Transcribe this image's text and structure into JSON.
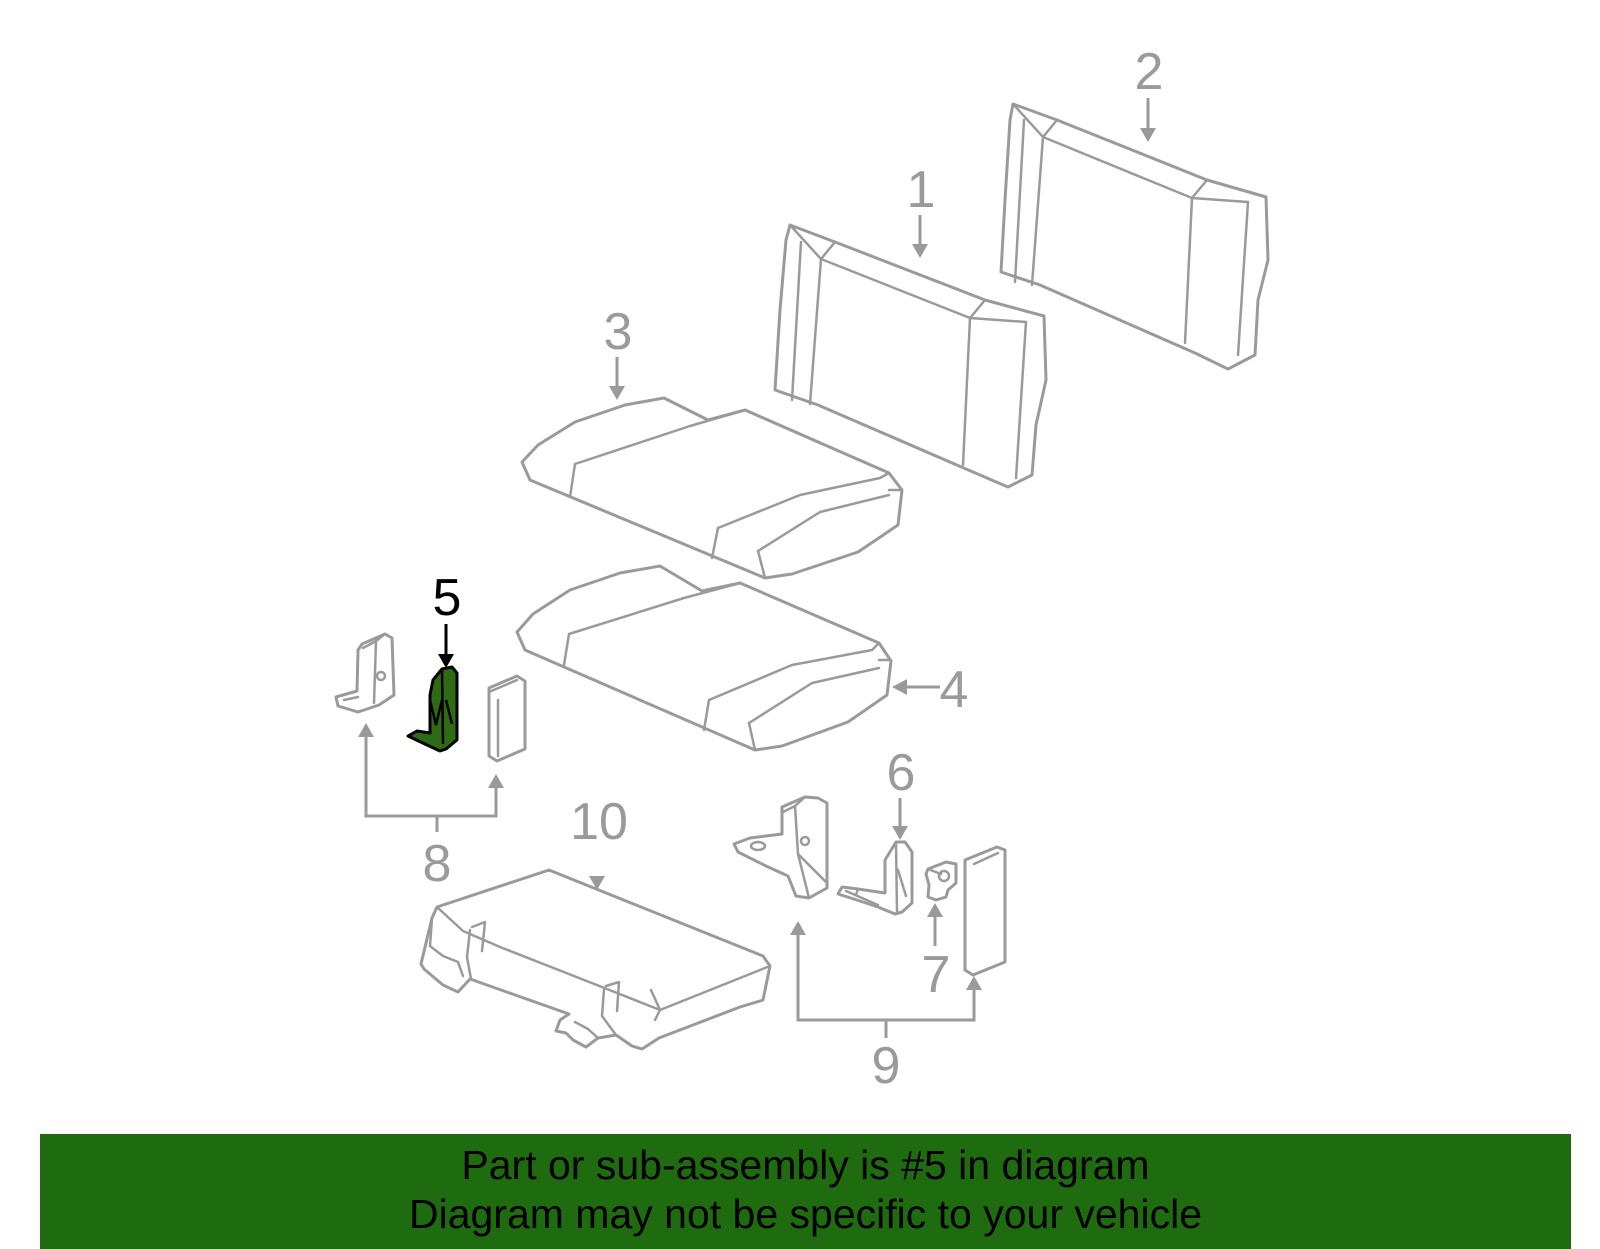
{
  "callouts": {
    "c1": "1",
    "c2": "2",
    "c3": "3",
    "c4": "4",
    "c5": "5",
    "c6": "6",
    "c7": "7",
    "c8": "8",
    "c9": "9",
    "c10": "10"
  },
  "highlighted_part": "5",
  "colors": {
    "line": "#9a9a9a",
    "highlight_fill": "#2f6b12",
    "banner": "#1f6b0f",
    "highlight_text": "#000000"
  },
  "banner": {
    "line1": "Part or sub-assembly is #5 in diagram",
    "line2": "Diagram may not be specific to your vehicle"
  }
}
